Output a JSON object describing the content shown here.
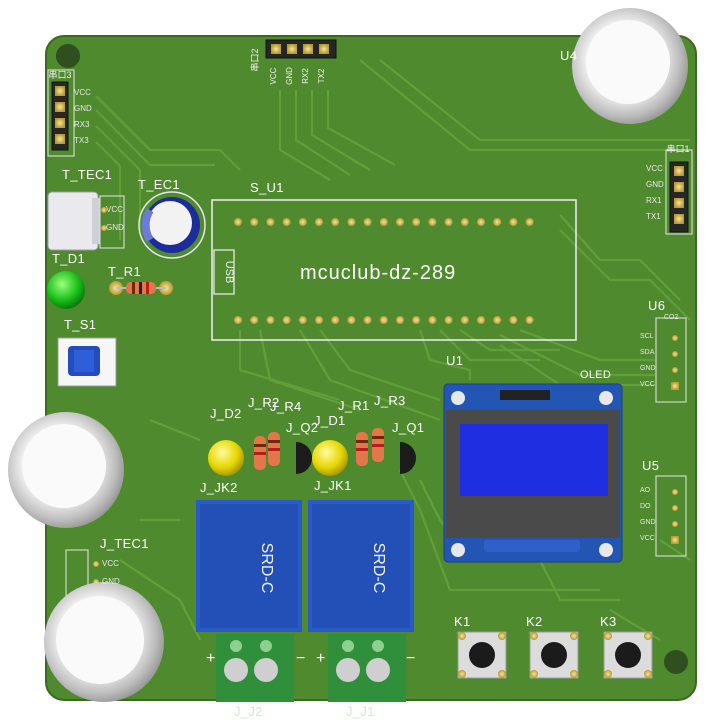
{
  "board": {
    "title": "mcuclub-dz-289",
    "colors": {
      "pcb": "#4f8a2e",
      "pcb_edge": "#3f7424",
      "trace": "#5e9a38",
      "relay": "#2250b8",
      "terminal": "#2f8f3a",
      "oled_screen": "#1f2ee0"
    }
  },
  "labels": {
    "port3": "串口3",
    "port2": "串口2",
    "port1": "串口1",
    "t_tec1": "T_TEC1",
    "t_ec1": "T_EC1",
    "t_d1": "T_D1",
    "t_r1": "T_R1",
    "t_s1": "T_S1",
    "s_u1": "S_U1",
    "usb": "USB",
    "u1": "U1",
    "oled": "OLED",
    "u6": "U6",
    "u5": "U5",
    "u4": "U4",
    "j_d2": "J_D2",
    "j_r2": "J_R2",
    "j_r4": "J_R4",
    "j_q2": "J_Q2",
    "j_d1": "J_D1",
    "j_r1": "J_R1",
    "j_r3": "J_R3",
    "j_q1": "J_Q1",
    "j_jk2": "J_JK2",
    "j_jk1": "J_JK1",
    "j_tec1": "J_TEC1",
    "j_j2": "J_J2",
    "j_j1": "J_J1",
    "k1": "K1",
    "k2": "K2",
    "k3": "K3",
    "relay_text": "SRD-C",
    "plus": "+",
    "minus": "−"
  },
  "pins": {
    "port3": [
      "VCC",
      "GND",
      "RX3",
      "TX3"
    ],
    "port2": [
      "VCC",
      "GND",
      "RX2",
      "TX2"
    ],
    "port1": [
      "VCC",
      "GND",
      "RX1",
      "TX1"
    ],
    "tec": [
      "VCC",
      "GND"
    ],
    "jtec": [
      "VCC",
      "GND"
    ],
    "u6": [
      "SCL",
      "SDA",
      "GND",
      "VCC"
    ],
    "u6_name": "CO2",
    "u5": [
      "AO",
      "DO",
      "GND",
      "VCC"
    ]
  }
}
